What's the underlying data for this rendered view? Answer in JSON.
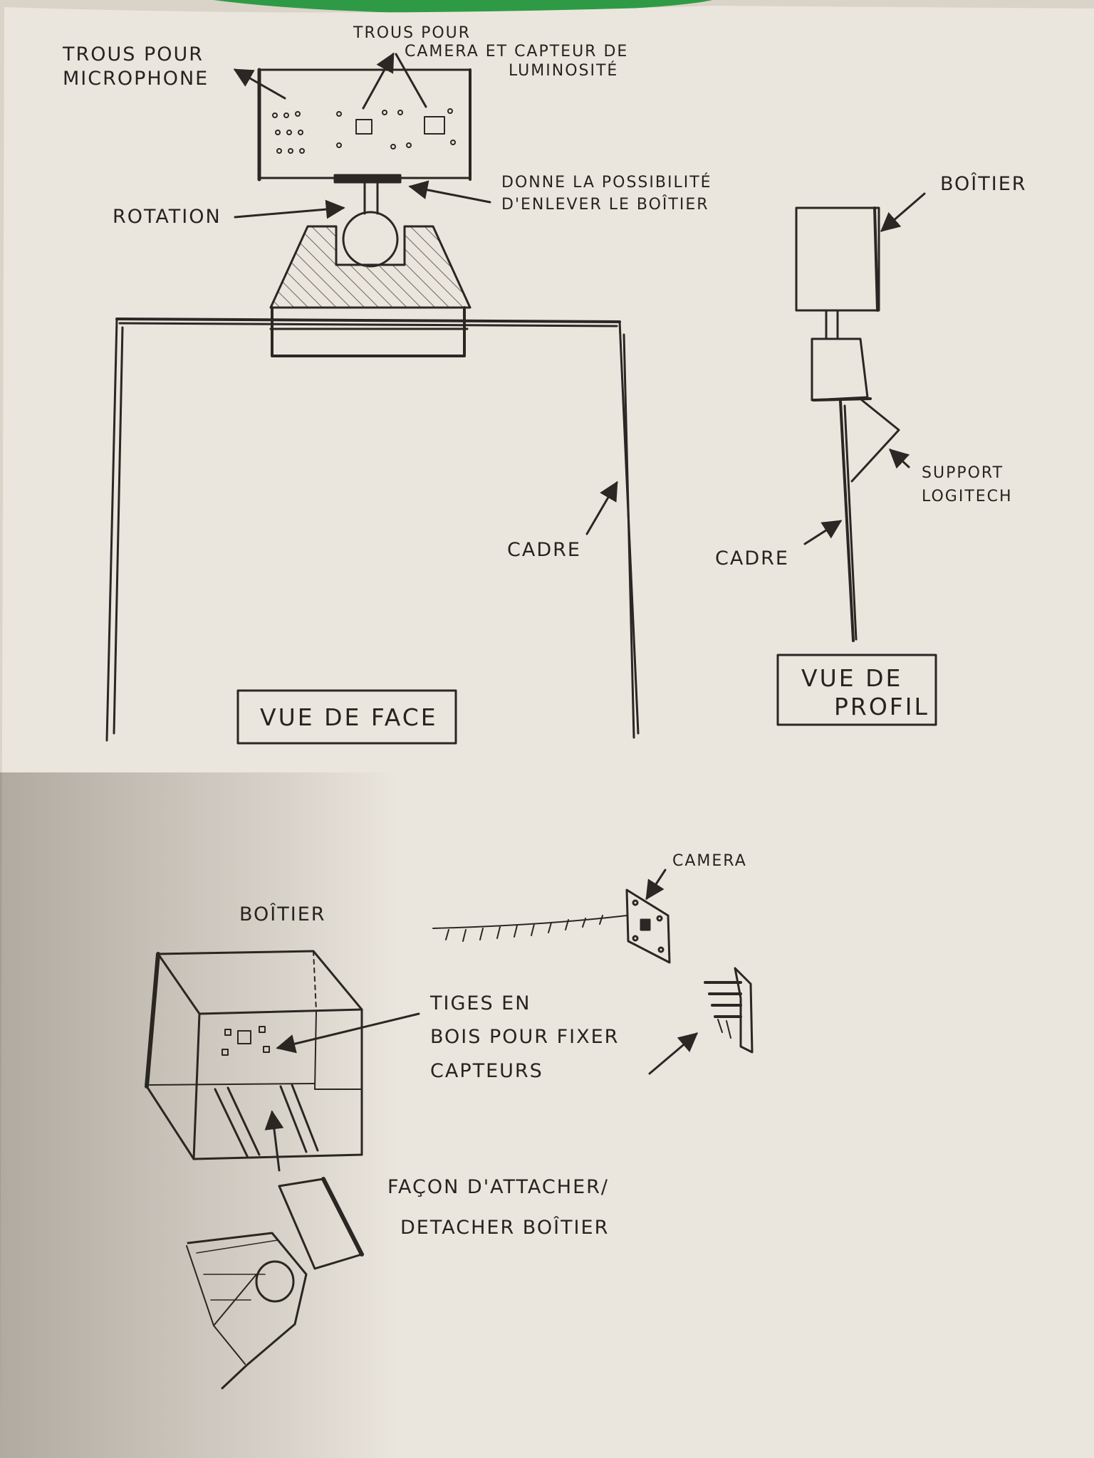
{
  "labels": {
    "trous_microphone": [
      "TROUS POUR",
      "MICROPHONE"
    ],
    "trous_camera": [
      "TROUS POUR",
      "CAMERA ET CAPTEUR DE",
      "LUMINOSITÉ"
    ],
    "rotation": "ROTATION",
    "enlever_boitier": [
      "DONNE LA POSSIBILITÉ",
      "D'ENLEVER LE BOÎTIER"
    ],
    "boitier_profil": "BOÎTIER",
    "support_logitech": [
      "SUPPORT",
      "LOGITECH"
    ],
    "cadre_face": "CADRE",
    "cadre_profil": "CADRE",
    "vue_de_face": "VUE DE FACE",
    "vue_de_profil": [
      "VUE DE",
      "PROFIL"
    ],
    "boitier_bottom": "BOÎTIER",
    "camera": "CAMERA",
    "tiges": [
      "TIGES EN",
      "BOIS POUR FIXER",
      "CAPTEURS"
    ],
    "facon": [
      "FAÇON D'ATTACHER/",
      "DETACHER BOÎTIER"
    ]
  },
  "colors": {
    "paper": "#ebe6dd",
    "pencil": "#2a2724",
    "hatch": "#6b655d",
    "green_strip": "#2f9a45"
  }
}
